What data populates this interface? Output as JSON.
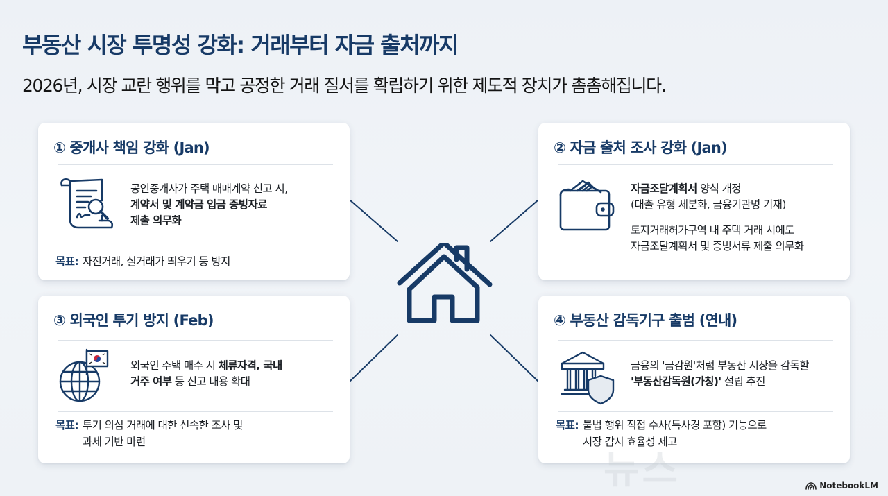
{
  "header": {
    "title": "부동산 시장 투명성 강화: 거래부터 자금 출처까지",
    "subtitle": "2026년, 시장 교란 행위를 막고 공정한 거래 질서를 확립하기 위한 제도적 장치가 촘촘해집니다."
  },
  "center_icon": "house-icon",
  "cards": [
    {
      "title": "① 중개사 책임 강화 (Jan)",
      "icon": "document-search-icon",
      "body_line1": "공인중개사가 주택 매매계약 신고 시,",
      "body_bold1": "계약서 및 계약금 입금 증빙자료",
      "body_bold2": "제출 의무화",
      "goal_label": "목표:",
      "goal_text": "자전거래, 실거래가 띄우기 등 방지"
    },
    {
      "title": "② 자금 출처 조사 강화 (Jan)",
      "icon": "wallet-icon",
      "body_bold1": "자금조달계획서",
      "body_line1": " 양식 개정",
      "body_line2": "(대출 유형 세분화, 금융기관명 기재)",
      "body_line3": "토지거래허가구역 내 주택 거래 시에도",
      "body_line4": "자금조달계획서 및 증빙서류 제출 의무화"
    },
    {
      "title": "③ 외국인 투기 방지 (Feb)",
      "icon": "globe-flag-icon",
      "body_line1": "외국인 주택 매수 시 ",
      "body_bold1": "체류자격, 국내",
      "body_bold2": "거주 여부",
      "body_line2": " 등 신고 내용 확대",
      "goal_label": "목표:",
      "goal_text_line1": "투기 의심 거래에 대한 신속한 조사 및",
      "goal_text_line2": "과세 기반 마련"
    },
    {
      "title": "④ 부동산 감독기구 출범 (연내)",
      "icon": "institution-shield-icon",
      "body_line1": "금융의 '금감원'처럼 부동산 시장을 감독할",
      "body_bold1": "'부동산감독원(가칭)'",
      "body_line2": " 설립 추진",
      "goal_label": "목표:",
      "goal_text_line1": "불법 행위 직접 수사(특사경 포함) 기능으로",
      "goal_text_line2": "시장 감시 효율성 제고"
    }
  ],
  "watermark": "뉴스",
  "brand": "NotebookLM",
  "colors": {
    "navy": "#173a66",
    "text": "#1b1f24",
    "background": "#eef2f6",
    "card": "#ffffff"
  }
}
